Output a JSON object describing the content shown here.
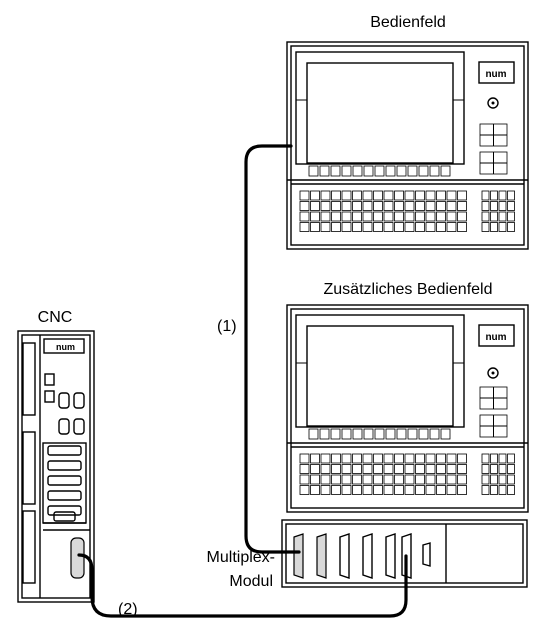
{
  "labels": {
    "panel_top": "Bedienfeld",
    "panel_bottom": "Zusätzliches Bedienfeld",
    "cnc": "CNC",
    "cable_1": "(1)",
    "cable_2": "(2)",
    "multiplex_line1": "Multiplex-",
    "multiplex_line2": "Modul",
    "brand_logo": "num"
  }
}
